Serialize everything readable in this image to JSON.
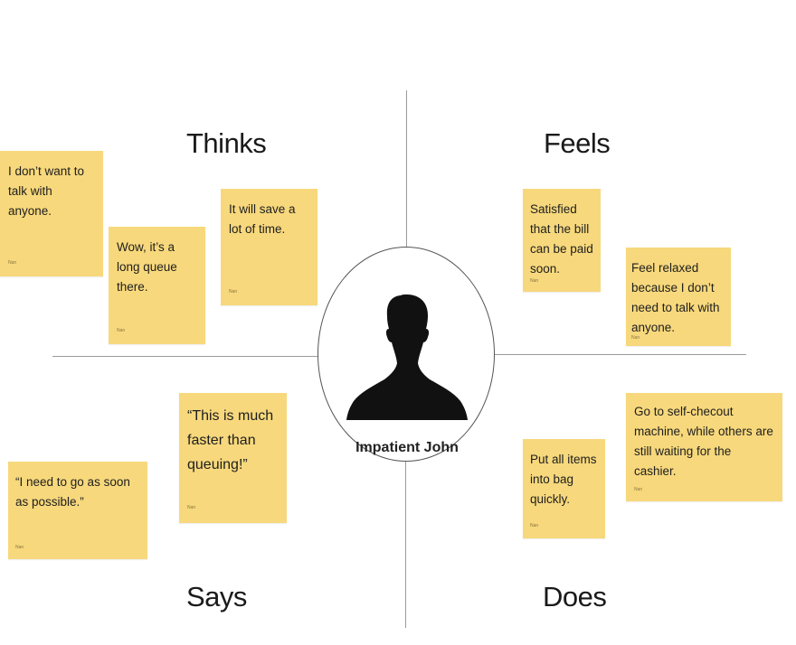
{
  "quadrants": {
    "thinks": "Thinks",
    "feels": "Feels",
    "says": "Says",
    "does": "Does"
  },
  "persona": {
    "name": "Impatient John",
    "avatar_icon": "person-silhouette-icon"
  },
  "notes": [
    {
      "text": "I don’t want to talk with anyone.",
      "author": "Nan"
    },
    {
      "text": "Wow, it’s a long queue there.",
      "author": "Nan"
    },
    {
      "text": "It will save a lot of time.",
      "author": "Nan"
    },
    {
      "text": "Satisfied that the bill can be paid soon.",
      "author": "Nan"
    },
    {
      "text": "Feel relaxed because I don’t need to talk with anyone.",
      "author": "Nan"
    },
    {
      "text": "“This is much faster than queuing!”",
      "author": "Nan"
    },
    {
      "text": "“I need to go as soon as possible.”",
      "author": "Nan"
    },
    {
      "text": "Put all items into bag quickly.",
      "author": "Nan"
    },
    {
      "text": "Go to self-checout machine, while others are still waiting for the cashier.",
      "author": "Nan"
    }
  ],
  "colors": {
    "sticky_note": "#f7d87c",
    "axis_line": "#9a9a9a",
    "silhouette": "#111111"
  }
}
